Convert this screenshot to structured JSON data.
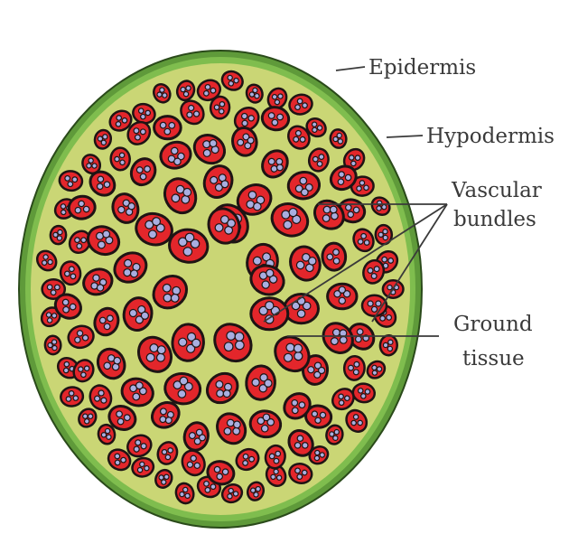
{
  "labels": {
    "epidermis": "Epidermis",
    "hypodermis": "Hypodermis",
    "vascular_line1": "Vascular",
    "vascular_line2": "bundles",
    "ground_line1": "Ground",
    "ground_line2": "tissue"
  },
  "colors": {
    "ground_tissue": "#cad675",
    "epidermis": "#5f9a3a",
    "hypodermis": "#7fbd4e",
    "bundle_fill": "#e3262b",
    "bundle_outline": "#1e1414",
    "xylem_vessel": "#a9aee0",
    "leader_line": "#3a3a3a"
  }
}
